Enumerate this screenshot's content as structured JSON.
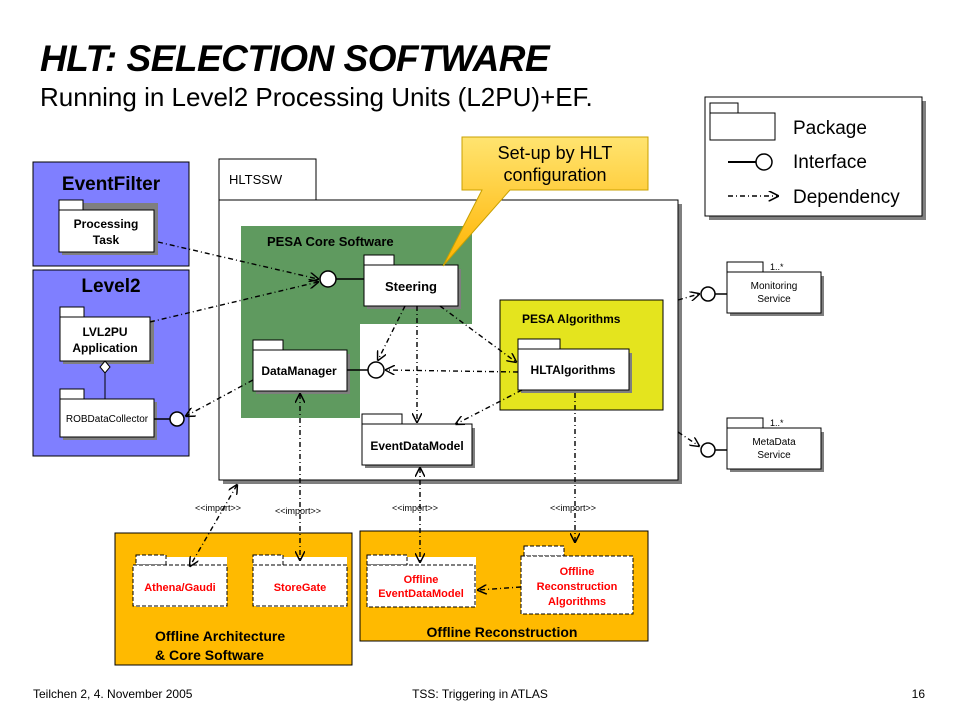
{
  "title": "HLT: SELECTION SOFTWARE",
  "subtitle": "Running in Level2 Processing Units (L2PU)+EF.",
  "footer": {
    "left": "Teilchen 2, 4. November 2005",
    "center": "TSS: Triggering in ATLAS",
    "right": "16"
  },
  "legend": {
    "package": "Package",
    "interface": "Interface",
    "dependency": "Dependency"
  },
  "callout": {
    "line1": "Set-up by HLT",
    "line2": "configuration"
  },
  "eventfilter": {
    "title": "EventFilter",
    "task_line1": "Processing",
    "task_line2": "Task"
  },
  "level2": {
    "title": "Level2",
    "app_line1": "LVL2PU",
    "app_line2": "Application",
    "rob": "ROBDataCollector"
  },
  "hltssw": {
    "tab": "HLTSSW",
    "core_label": "PESA Core Software",
    "steering": "Steering",
    "datamanager": "DataManager",
    "eventdatamodel": "EventDataModel",
    "alg_label": "PESA Algorithms",
    "hltalgorithms": "HLTAlgorithms"
  },
  "monitoring": {
    "mult": "1..*",
    "line1": "Monitoring",
    "line2": "Service"
  },
  "metadata": {
    "mult": "1..*",
    "line1": "MetaData",
    "line2": "Service"
  },
  "imports": {
    "label": "<<import>>"
  },
  "offline_arch": {
    "athena": "Athena/Gaudi",
    "storegate": "StoreGate",
    "label_line1": "Offline Architecture",
    "label_line2": "& Core Software"
  },
  "offline_reco": {
    "edm_line1": "Offline",
    "edm_line2": "EventDataModel",
    "alg_line1": "Offline",
    "alg_line2": "Reconstruction",
    "alg_line3": "Algorithms",
    "label": "Offline Reconstruction"
  },
  "colors": {
    "blue_box": "#7f7fff",
    "green_box": "#5f9a5f",
    "yellow_box": "#e4e41e",
    "orange_box": "#ffba00",
    "red_text": "#ff0000",
    "callout_top": "#ffe470",
    "callout_bottom": "#ffb300"
  }
}
